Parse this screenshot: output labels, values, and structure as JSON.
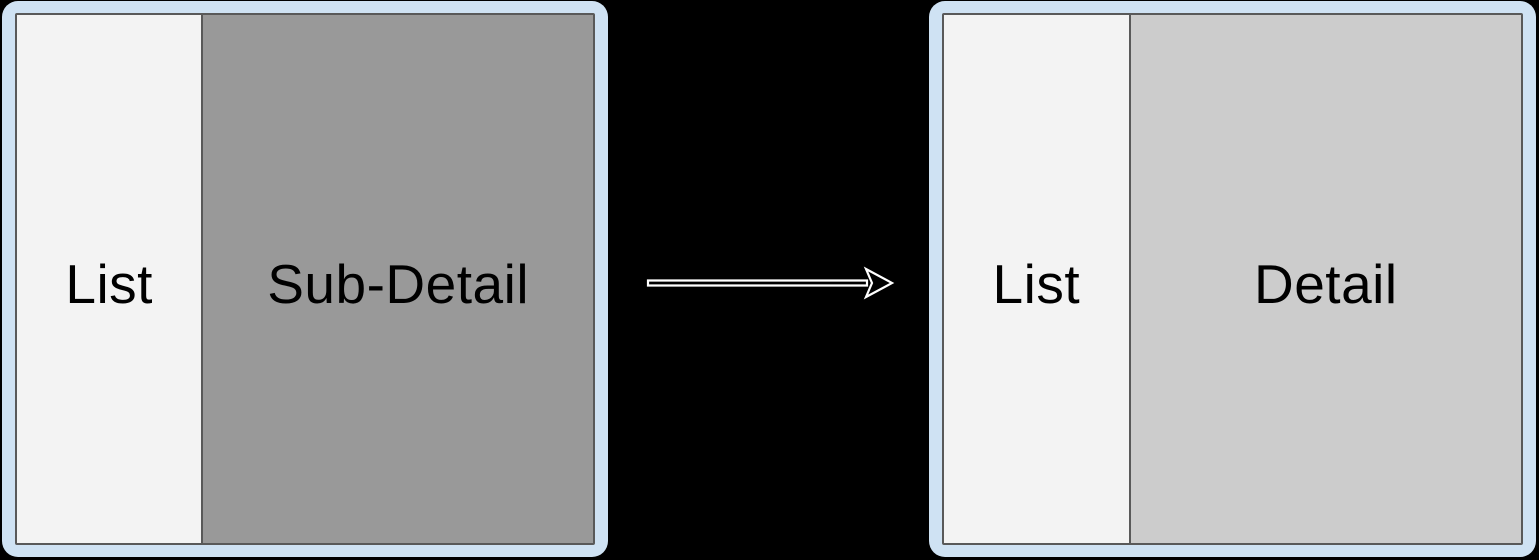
{
  "diagram": {
    "title": "list-detail layout transition",
    "left_device": {
      "list_label": "List",
      "detail_label": "Sub-Detail"
    },
    "right_device": {
      "list_label": "List",
      "detail_label": "Detail"
    },
    "arrow": {
      "direction": "right",
      "style": "open-head-outline"
    },
    "colors": {
      "background": "#000000",
      "device_frame": "#cfe2f3",
      "list_pane": "#f3f3f3",
      "sub_detail_pane": "#999999",
      "detail_pane": "#cccccc",
      "pane_border": "#595959",
      "label_text": "#000000",
      "arrow_outline": "#ffffff",
      "arrow_fill": "#000000"
    }
  }
}
